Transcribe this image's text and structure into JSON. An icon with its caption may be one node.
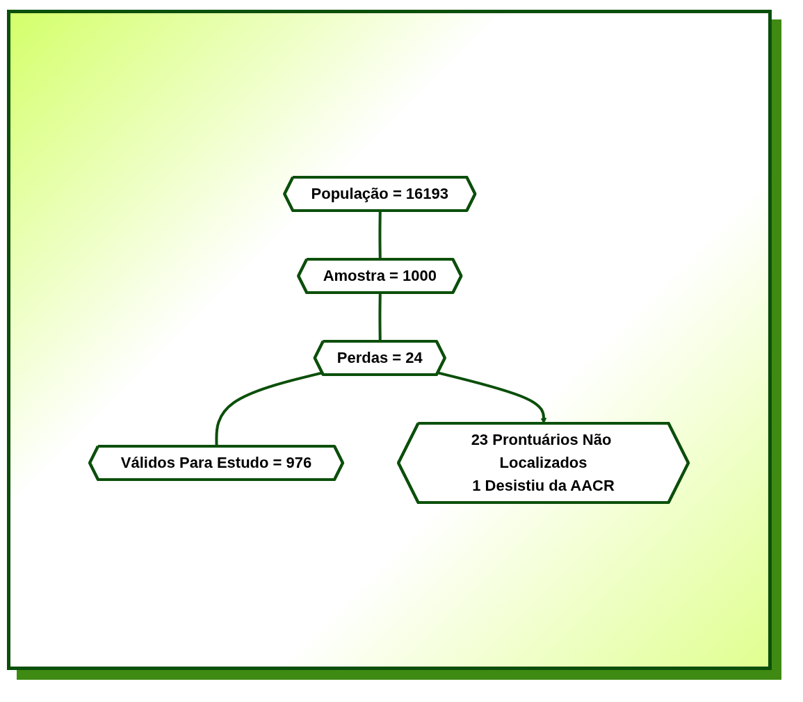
{
  "diagram": {
    "nodes": [
      {
        "text": [
          "População = 16193"
        ]
      },
      {
        "text": [
          "Amostra = 1000"
        ]
      },
      {
        "text": [
          "Perdas = 24"
        ]
      },
      {
        "text": [
          "Válidos Para Estudo = 976"
        ]
      },
      {
        "text": [
          "23 Prontuários Não Localizados",
          "1 Desistiu da AACR"
        ]
      }
    ],
    "edges": [
      {
        "from": 0,
        "to": 1,
        "arrow": "none"
      },
      {
        "from": 1,
        "to": 2,
        "arrow": "none"
      },
      {
        "from": 2,
        "to": 3,
        "arrow": "none"
      },
      {
        "from": 2,
        "to": 4,
        "arrow": "to"
      }
    ]
  }
}
